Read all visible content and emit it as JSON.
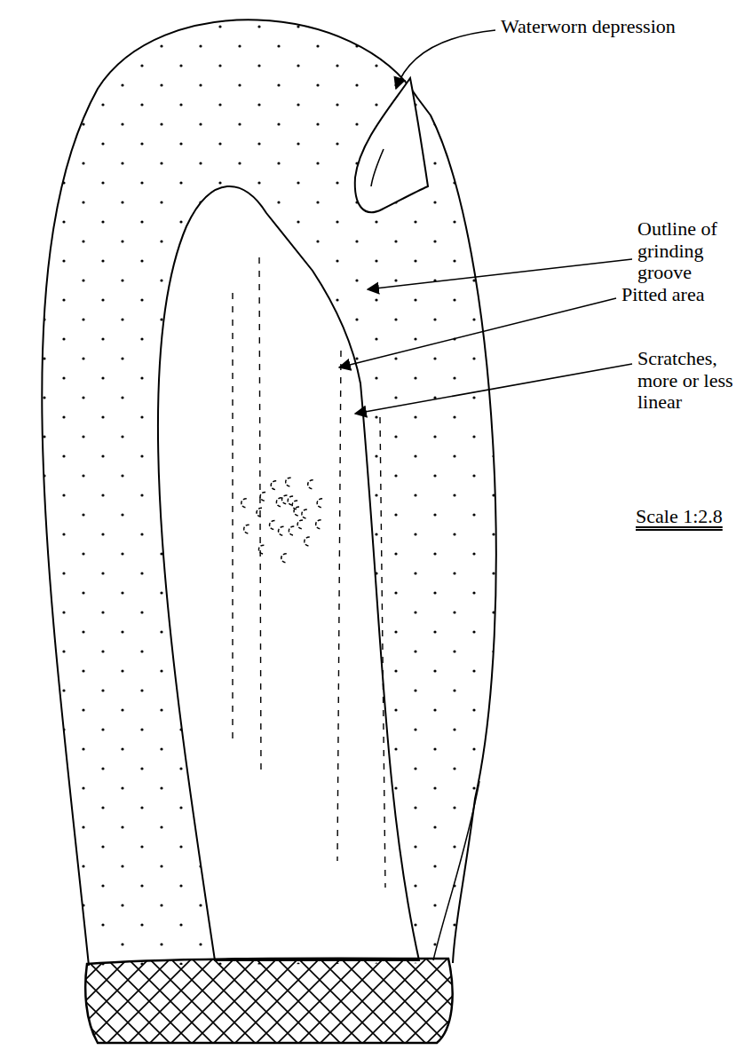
{
  "diagram": {
    "labels": [
      "Waterworn depression",
      "Outline of grinding groove",
      "Pitted area",
      "Scratches, more or less linear",
      "Scale 1:2.8"
    ]
  }
}
